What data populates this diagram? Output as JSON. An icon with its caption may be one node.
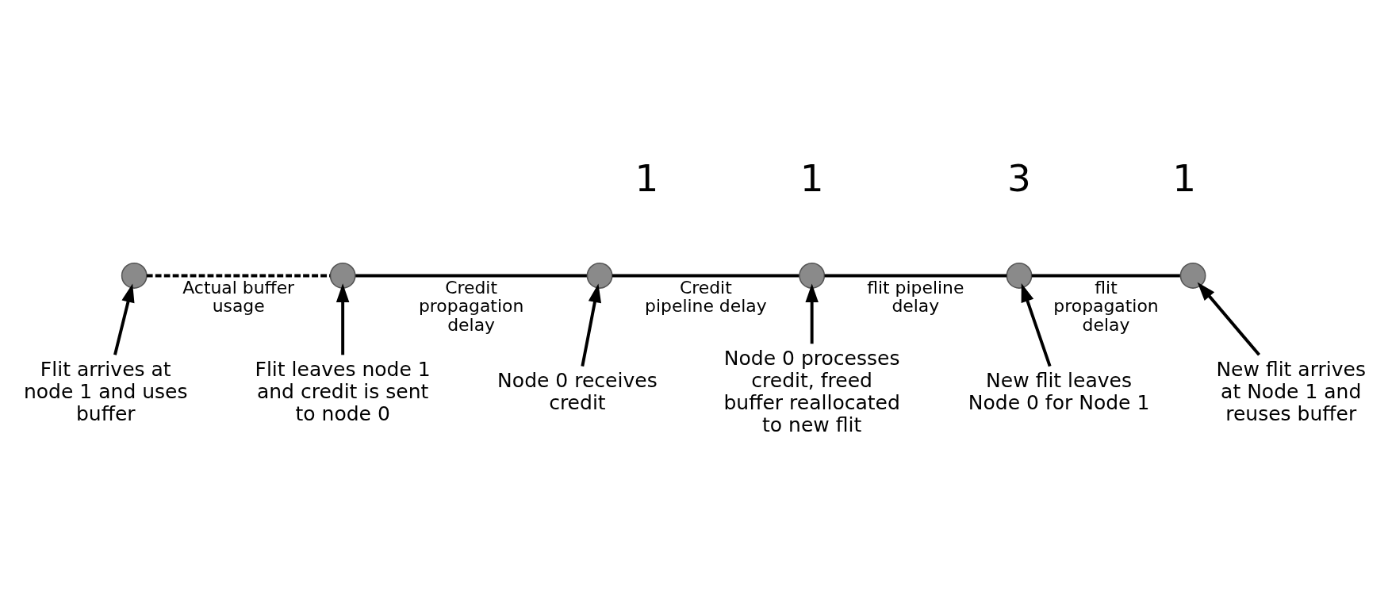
{
  "diagram": {
    "nodes": [
      {
        "text": [],
        "shape": "circle"
      },
      {
        "text": [],
        "shape": "circle"
      },
      {
        "text": [],
        "shape": "circle"
      },
      {
        "text": [],
        "shape": "circle"
      },
      {
        "text": [],
        "shape": "circle"
      },
      {
        "text": [],
        "shape": "circle"
      },
      {
        "text": [
          "Flit arrives at node 1 and uses buffer"
        ]
      },
      {
        "text": [
          "Flit leaves node 1 and credit is sent to node 0"
        ]
      },
      {
        "text": [
          "Node 0 receives credit"
        ]
      },
      {
        "text": [
          "Node 0 processes credit, freed buffer reallocated to new flit"
        ]
      },
      {
        "text": [
          "New flit leaves Node 0 for Node 1"
        ]
      },
      {
        "text": [
          "New flit arrives at Node 1 and reuses buffer"
        ]
      }
    ],
    "edges": [
      {
        "from": 0,
        "to": 1,
        "arrow": "none",
        "style": "dashed",
        "label": "Actual buffer usage"
      },
      {
        "from": 1,
        "to": 2,
        "arrow": "none",
        "label": "Credit propagation delay"
      },
      {
        "from": 2,
        "to": 3,
        "arrow": "none",
        "label": "Credit pipeline delay"
      },
      {
        "from": 3,
        "to": 4,
        "arrow": "none",
        "label": "flit pipeline delay"
      },
      {
        "from": 4,
        "to": 5,
        "arrow": "none",
        "label": "flit propagation delay"
      },
      {
        "from": 6,
        "to": 0,
        "arrow": "to"
      },
      {
        "from": 7,
        "to": 1,
        "arrow": "to"
      },
      {
        "from": 8,
        "to": 2,
        "arrow": "to"
      },
      {
        "from": 9,
        "to": 3,
        "arrow": "to"
      },
      {
        "from": 10,
        "to": 4,
        "arrow": "to"
      },
      {
        "from": 11,
        "to": 5,
        "arrow": "to"
      }
    ],
    "labels": [
      "1",
      "1",
      "3",
      "1"
    ]
  }
}
